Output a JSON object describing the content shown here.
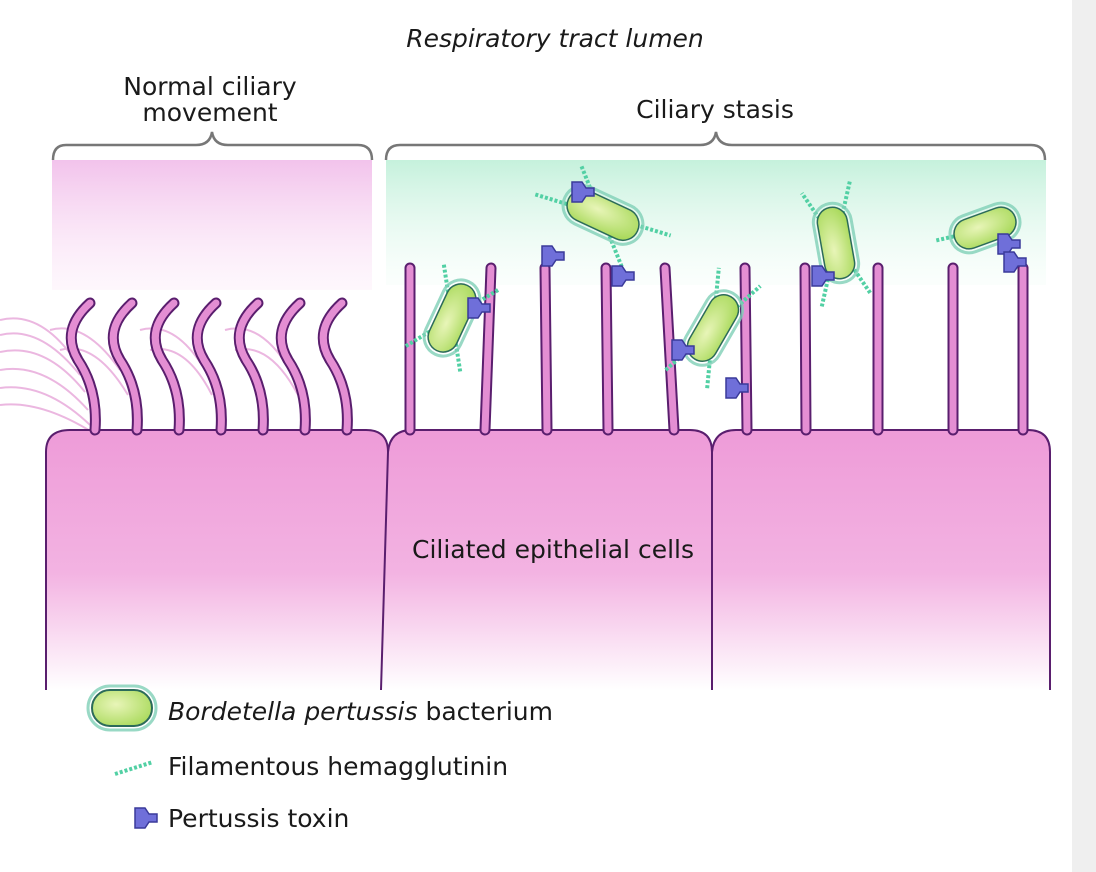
{
  "title": "Respiratory tract lumen",
  "labels": {
    "normal_line1": "Normal ciliary",
    "normal_line2": "movement",
    "stasis": "Ciliary stasis",
    "cells": "Ciliated epithelial cells"
  },
  "legend": {
    "bacterium_species": "Bordetella pertussis",
    "bacterium_suffix": " bacterium",
    "hemagglutinin": "Filamentous hemagglutinin",
    "toxin": "Pertussis toxin"
  },
  "colors": {
    "cell_fill": "#ee9fd8",
    "cell_outline": "#5a1e6e",
    "cilia": "#e48ed3",
    "normal_zone": "#f3c4ec",
    "stasis_zone": "#c9f2df",
    "bacterium": "#c6e27f",
    "bacterium_rim": "#7fcfb7",
    "filament": "#52d0a4",
    "toxin": "#6f6fd9"
  }
}
